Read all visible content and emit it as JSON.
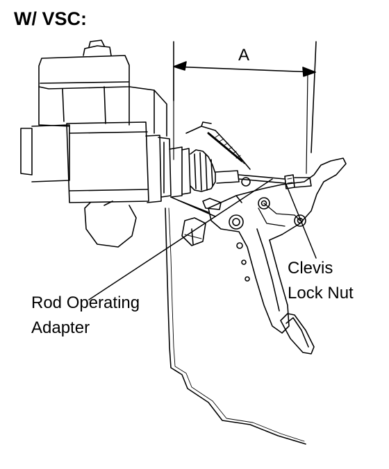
{
  "diagram": {
    "title": "W/ VSC:",
    "dimension_label": "A",
    "callouts": {
      "clevis_lock_nut": [
        "Clevis",
        "Lock Nut"
      ],
      "rod_operating_adapter": [
        "Rod Operating",
        "Adapter"
      ]
    }
  }
}
